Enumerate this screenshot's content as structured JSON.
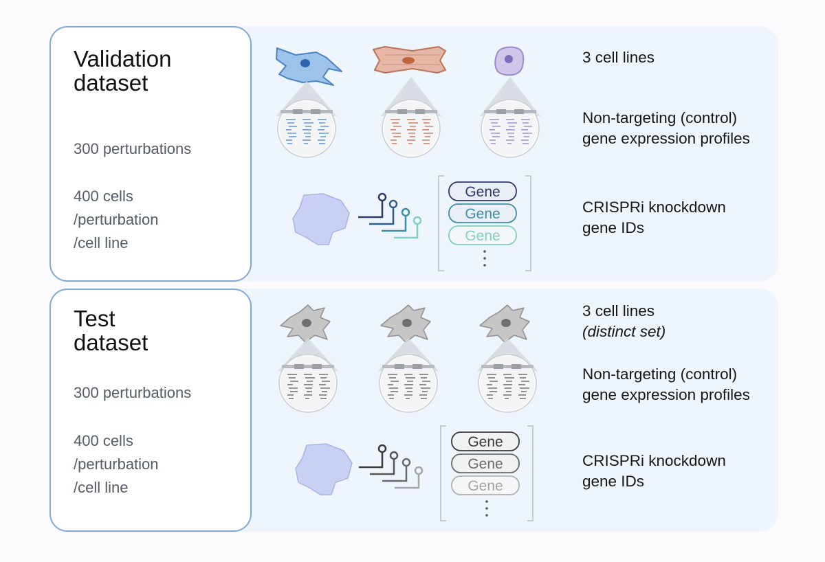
{
  "validation": {
    "title": "Validation\ndataset",
    "perturbations": "300 perturbations",
    "cells": "400 cells\n/perturbation\n/cell line",
    "cell_lines": "3 cell lines",
    "control_profiles": "Non-targeting (control)\ngene expression profiles",
    "knockdown": "CRISPRi knockdown\ngene IDs",
    "gene_labels": [
      "Gene",
      "Gene",
      "Gene"
    ],
    "colors": {
      "accent": "#7ea8d8",
      "cell1": "#5a93d0",
      "cell2": "#c87a5e",
      "cell3": "#a08ccb",
      "guide_dark": "#2b3a6b",
      "guide_mid": "#3a8fa8",
      "guide_light": "#7fcfc4"
    }
  },
  "test": {
    "title": "Test\ndataset",
    "perturbations": "300 perturbations",
    "cells": "400 cells\n/perturbation\n/cell line",
    "cell_lines": "3 cell lines",
    "cell_lines_note": "(distinct set)",
    "control_profiles": "Non-targeting (control)\ngene expression profiles",
    "knockdown": "CRISPRi knockdown\ngene IDs",
    "gene_labels": [
      "Gene",
      "Gene",
      "Gene"
    ],
    "colors": {
      "cell": "#9a9a9a",
      "guide_dark": "#3a3a3a",
      "guide_mid": "#6b6b6b",
      "guide_light": "#a5a5a5"
    }
  },
  "icons": [
    "cell-icon",
    "magnifier-icon",
    "nucleus-icon",
    "guide-rna-icon",
    "gene-list-icon"
  ]
}
